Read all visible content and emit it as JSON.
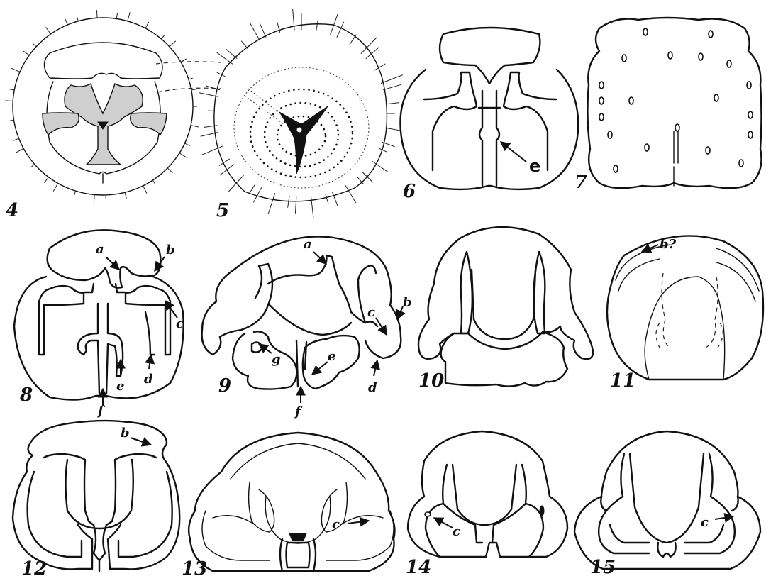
{
  "figures": [
    {
      "number": "4"
    },
    {
      "number": "5"
    },
    {
      "number": "6",
      "labels": [
        "e"
      ]
    },
    {
      "number": "7"
    },
    {
      "number": "8",
      "labels": [
        "a",
        "b",
        "c",
        "d",
        "e",
        "f"
      ]
    },
    {
      "number": "9",
      "labels": [
        "a",
        "b",
        "c",
        "d",
        "e",
        "f",
        "g"
      ]
    },
    {
      "number": "10"
    },
    {
      "number": "11",
      "labels": [
        "b?"
      ]
    },
    {
      "number": "12",
      "labels": [
        "b"
      ]
    },
    {
      "number": "13",
      "labels": [
        "c"
      ]
    },
    {
      "number": "14",
      "labels": [
        "c"
      ]
    },
    {
      "number": "15",
      "labels": [
        "c"
      ]
    }
  ]
}
